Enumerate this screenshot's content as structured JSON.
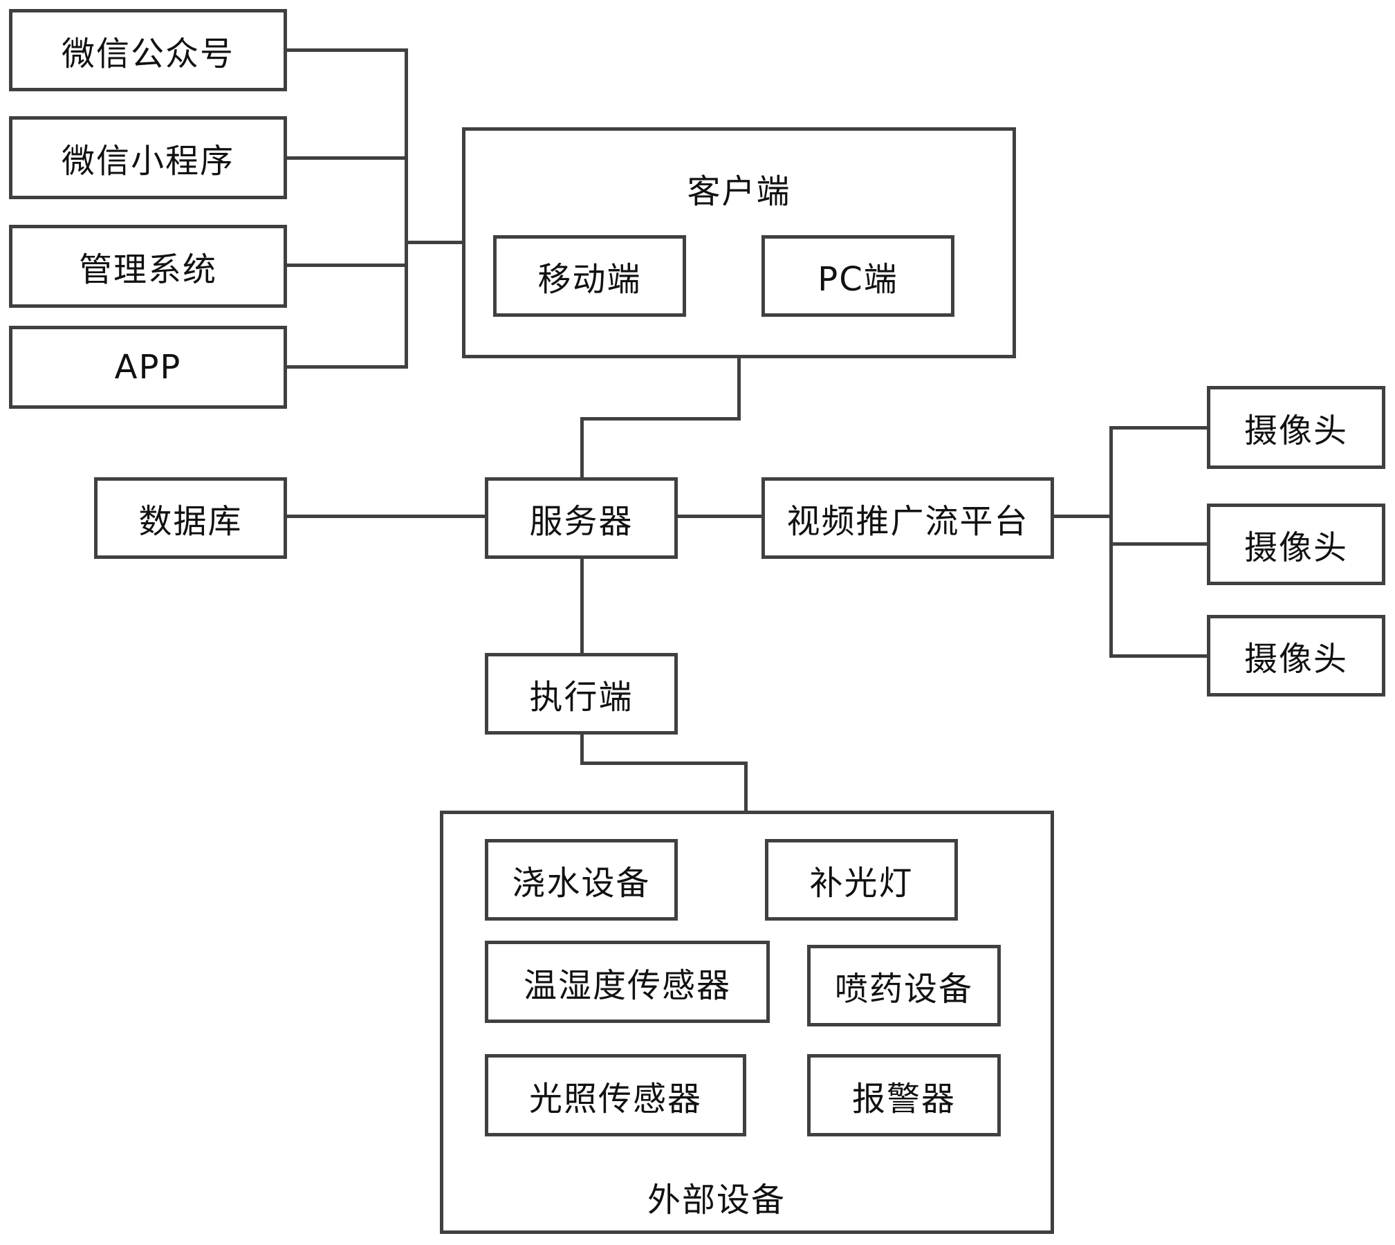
{
  "diagram": {
    "clients_group": {
      "items": [
        "微信公众号",
        "微信小程序",
        "管理系统",
        "APP"
      ]
    },
    "client": {
      "title": "客户端",
      "children": [
        "移动端",
        "PC端"
      ]
    },
    "database": "数据库",
    "server": "服务器",
    "video_platform": "视频推广流平台",
    "cameras": [
      "摄像头",
      "摄像头",
      "摄像头"
    ],
    "executor": "执行端",
    "external_devices": {
      "title": "外部设备",
      "children": [
        "浇水设备",
        "补光灯",
        "温湿度传感器",
        "喷药设备",
        "光照传感器",
        "报警器"
      ]
    },
    "colors": {
      "line": "#404040",
      "background": "#ffffff",
      "text": "#111111"
    }
  }
}
